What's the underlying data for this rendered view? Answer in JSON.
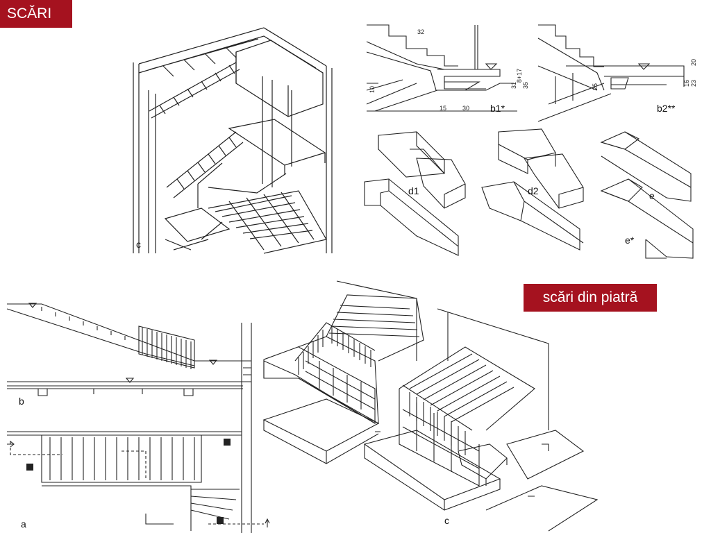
{
  "title": "SCĂRI",
  "caption": "scări din piatră",
  "figure_labels": {
    "top_iso": "c",
    "detail_b1": "b1*",
    "detail_b2": "b2**",
    "detail_d1": "d1",
    "detail_d2": "d2",
    "detail_e": "e",
    "detail_e_star": "e*",
    "bottom_section": "b",
    "bottom_plan": "a",
    "bottom_iso": "c"
  },
  "dimensions": {
    "b1_top": "32",
    "b1_r1": "31",
    "b1_r2": "35",
    "b1_r3": "8+17",
    "b1_bottom": "15",
    "b1_bottom2": "30",
    "b1_left": "10",
    "b2_r1": "20",
    "b2_r2": "16",
    "b2_r3": "23",
    "b2_left": "25"
  }
}
